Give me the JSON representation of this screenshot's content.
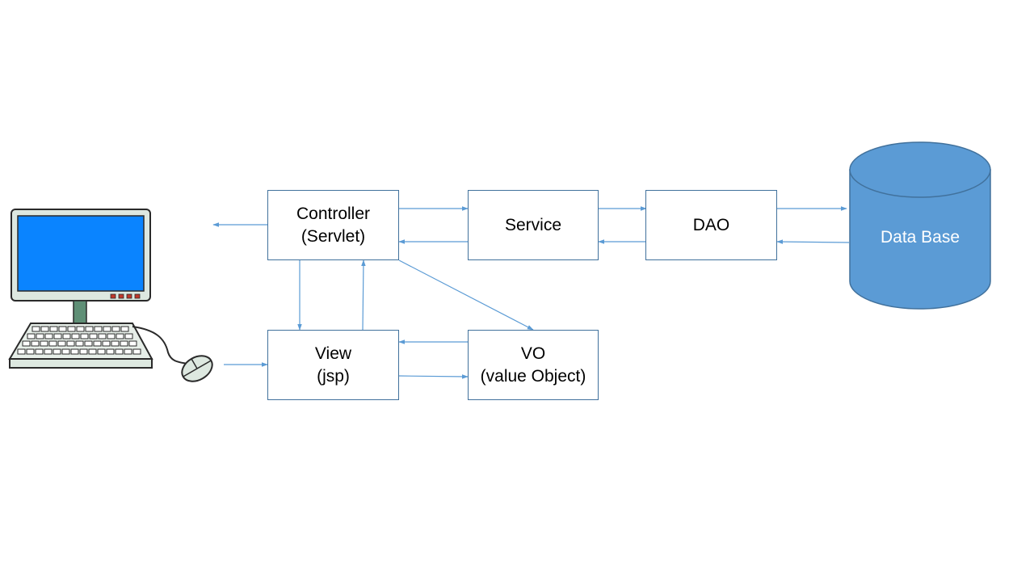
{
  "colors": {
    "accent": "#5b9bd5",
    "border": "#41719c",
    "screen": "#0a84ff",
    "monitor_body": "#dde8e0",
    "stand": "#5f8f76"
  },
  "icons": {
    "computer": "desktop-computer-icon",
    "mouse": "mouse-icon",
    "database": "database-cylinder-icon"
  },
  "nodes": {
    "controller": {
      "line1": "Controller",
      "line2": "(Servlet)"
    },
    "service": {
      "label": "Service"
    },
    "dao": {
      "label": "DAO"
    },
    "view": {
      "line1": "View",
      "line2": "(jsp)"
    },
    "vo": {
      "line1": "VO",
      "line2": "(value Object)"
    },
    "database": {
      "label": "Data Base"
    }
  }
}
